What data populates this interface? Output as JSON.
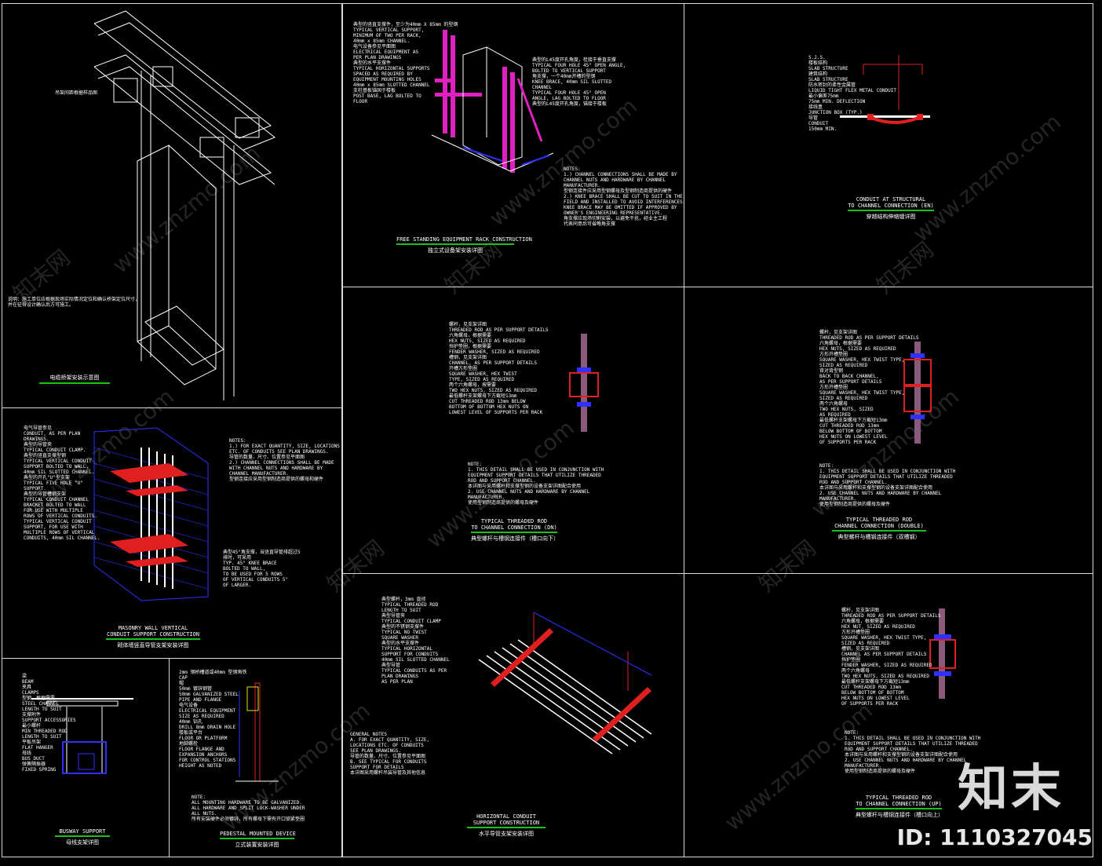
{
  "watermark": {
    "site": "www.znzmo.com",
    "brand_cn": "知末网"
  },
  "logo": "知末",
  "id_text": "ID: 1110327045",
  "panels": {
    "p1": {
      "title_cn": "电缆桥架安装示意图",
      "note_cn": "说明：施工单位应根据现场实际情况定位和确认桥架定位尺寸，并在征得设计确认后方可施工。",
      "label_top_cn": "吊架间距根据样品图"
    },
    "p2": {
      "title_en": "FREE STANDING EQUIPMENT RACK CONSTRUCTION",
      "title_cn": "独立式设备架安装详图",
      "labels": [
        "典型的竖直支撑件，至少为40mm X 85mm 的型钢",
        "TYPICAL VERTICAL SUPPORT,",
        "MINIMUM OF TWO PER RACK,",
        "40mm x 85mm CHANNEL.",
        "电气设备参见平面图",
        "ELECTRICAL EQUIPMENT AS",
        "PER PLAN DRAWINGS",
        "典型的水平支撑件",
        "TYPICAL HORIZONTAL SUPPORTS",
        "SPACED AS REQUIRED BY",
        "EQUIPMENT MOUNTING HOLES",
        "40mm x 85mm SLOTTED CHANNEL",
        "支柱基板锚固于楼板",
        "POST BASE, LAG BOLTED TO",
        "FLOOR"
      ],
      "labels_right": [
        "典型的L45度开孔角度，栓接于垂直支撑",
        "TYPICAL FOUR HOLE 45° OPEN ANGLE,",
        "BOLTED TO VERTICAL SUPPORT",
        "角支撑，一个40mm开槽的型钢",
        "KNEE BRACE, 40mm SIL SLOTTED",
        "CHANNEL",
        "TYPICAL FOUR HOLE 45° OPEN",
        "ANGLE, LAG BOLTED TO FLOOR",
        "典型的L45度开孔角度，锚接于楼板"
      ],
      "notes": [
        "NOTES:",
        "1.) CHANNEL CONNECTIONS SHALL BE MADE BY",
        "CHANNEL NUTS AND HARDWARE BY CHANNEL",
        "MANUFACTURER.",
        "型钢连接件应采用型钢螺母及型钢制造商提供的硬件",
        "2.) KNEE BRACE SHALL BE CUT TO SUIT IN THE",
        "FIELD AND INSTALLED TO AVOID INTERFERENCES.",
        "KNEE BRACE MAY BE OMITTED IF APPROVED BY",
        "OWNER'S ENGINEERING REPRESENTATIVE.",
        "角支撑应现场切割安装，以避免干扰，经业主工程",
        "代表同意后可省略角支撑"
      ]
    },
    "p3": {
      "title_en": "CONDUIT AT STRUCTURAL",
      "title_en2": "TO CHANNEL CONNECTION (EN)",
      "title_cn": "穿越结构伸缩缝详图",
      "labels": [
        "S.J.S.",
        "楼板结构",
        "SLAB STRUCTURE",
        "建筑结构",
        "SLAB STRUCTURE",
        "防水密封的柔性金属管",
        "LIQUID TIGHT FLEX METAL CONDUIT",
        "最小偏差75mm",
        "75mm MIN. DEFLECTION",
        "接线盒",
        "JUNCTION BOX (TYP.)",
        "导管",
        "CONDUIT",
        "150mm MIN."
      ]
    },
    "p4": {
      "title_en": "MASONRY WALL VERTICAL",
      "title_en2": "CONDUIT SUPPORT CONSTRUCTION",
      "title_cn": "砌体墙竖直导管支架安装详图",
      "labels": [
        "电气导管参见",
        "CONDUIT, AS PER PLAN",
        "DRAWINGS.",
        "典型的导管夹",
        "TYPICAL CONDUIT CLAMP.",
        "典型的竖直支撑型钢",
        "TYPICAL VERTICAL CONDUIT",
        "SUPPORT BOLTED TO WALL,",
        "40mm SIL SLOTTED CHANNEL.",
        "典型的开孔\"U\"型支架",
        "TYPICAL FIVE HOLE \"U\"",
        "SUPPORT.",
        "典型的导管槽钢支架",
        "TYPICAL CONDUIT CHANNEL",
        "BRACKET BOLTED TO WALL",
        "FOR USE WITH MULTIPLE",
        "ROWS OF VERTICAL CONDUITS.",
        "TYPICAL VERTICAL CONDUIT",
        "SUPPORT, FOR USE WITH",
        "MULTIPLE ROWS OF VERTICAL",
        "CONDUITS, 40mm SIL CHANNEL."
      ],
      "notes": [
        "NOTES:",
        "1.) FOR EXACT QUANTITY, SIZE, LOCATIONS",
        "ETC. OF CONDUITS SEE PLAN DRAWINGS.",
        "导管的数量、尺寸、位置参见平面图",
        "2.) CHANNEL CONNECTIONS SHALL BE MADE",
        "WITH CHANNEL NUTS AND HARDWARE BY",
        "CHANNEL MANUFACTURER.",
        "型钢连接应采用型钢制造商提供的螺母和硬件"
      ],
      "brace_note": [
        "典型45°角支撑，当竖直导管排超过5",
        "排时，可采用",
        "TYP. 45° KNEE BRACE",
        "BOLTED TO WALL,",
        "TO BE USED FOR 5 ROWS",
        "OF VERTICAL CONDUITS 5\"",
        "OF LARGER."
      ]
    },
    "p5": {
      "title_en": "TYPICAL THREADED ROD",
      "title_en2": "TO CHANNEL CONNECTION (DN)",
      "title_cn": "典型螺杆与槽钢连接件（槽口向下）",
      "labels": [
        "螺杆，见支架详图",
        "THREADED ROD AS PER SUPPORT DETAILS",
        "六角螺母，根据需要",
        "HEX NUTS, SIZED AS REQUIRED",
        "挡护垫圈，根据需要",
        "FENDER WASHER, SIZED AS REQUIRED",
        "槽钢，见支架详图",
        "CHANNEL, AS PER SUPPORT DETAILS",
        "开槽方形垫圈",
        "SQUARE WASHER, HEX TWIST",
        "TYPE, SIZED AS REQUIRED",
        "两个六角螺母，按需要",
        "TWO HEX NUTS, SIZED AS REQUIRED",
        "最低螺杆支架螺母下方截短13mm",
        "CUT THREADED ROD 13mm BELOW",
        "BOTTOM OF BOTTOM HEX NUTS ON",
        "LOWEST LEVEL OF SUPPORTS PER RACK"
      ],
      "notes": [
        "NOTE:",
        "1. THIS DETAIL SHALL BE USED IN CONJUNCTION WITH",
        "EQUIPMENT SUPPORT DETAILS THAT UTILIZE THREADED",
        "ROD AND SUPPORT CHANNEL.",
        "本详图与采用螺杆和支撑型钢的设备支架详图配合使用",
        "2. USE CHANNEL NUTS AND HARDWARE BY CHANNEL",
        "MANUFACTURER.",
        "使用型钢制造商提供的螺母及硬件"
      ]
    },
    "p6": {
      "title_en": "TYPICAL THREADED ROD",
      "title_en2": "CHANNEL CONNECTION (DOUBLE)",
      "title_cn": "典型螺杆与槽钢连接件（双槽钢）",
      "labels": [
        "螺杆，见支架详图",
        "THREADED ROD AS PER SUPPORT DETAILS",
        "六角螺母，根据需要",
        "HEX NUTS, SIZED AS REQUIRED",
        "方形开槽垫圈",
        "SQUARE WASHER, HEX TWIST TYPE,",
        "SIZED AS REQUIRED",
        "背对背型钢",
        "BACK TO BACK CHANNEL,",
        "AS PER SUPPORT DETAILS",
        "方形开槽垫圈",
        "SQUARE WASHER, HEX TWIST TYPE,",
        "SIZED AS REQUIRED",
        "两个六角螺母",
        "TWO HEX NUTS, SIZED",
        "AS REQUIRED",
        "最低螺杆支架螺母下方截短13mm",
        "CUT THREADED ROD 13mm",
        "BELOW BOTTOM OF BOTTOM",
        "HEX NUTS ON LOWEST LEVEL",
        "OF SUPPORTS PER RACK"
      ],
      "notes": [
        "NOTE:",
        "1. THIS DETAIL SHALL BE USED IN CONJUNCTION WITH",
        "EQUIPMENT SUPPORT DETAILS THAT UTILIZE THREADED",
        "ROD AND SUPPORT CHANNEL.",
        "本详图与采用螺杆和支撑型钢的设备支架详图配合使用",
        "2. USE CHANNEL NUTS AND HARDWARE BY CHANNEL",
        "MANUFACTURER.",
        "使用型钢制造商提供的螺母及硬件"
      ]
    },
    "p7": {
      "title_en": "BUSWAY SUPPORT",
      "title_cn": "母线支架详图",
      "labels": [
        "梁",
        "BEAM",
        "夹具",
        "CLAMPS",
        "型钢，根据需要",
        "STEEL CHANNEL",
        "LENGTH TO SUIT",
        "支撑附件",
        "SUPPORT ACCESSORIES",
        "最小螺杆",
        "MIN THREADED ROD",
        "LENGTH TO SUIT",
        "平板吊架",
        "FLAT HANGER",
        "母线",
        "BUS DUCT",
        "弹簧隔振器",
        "FIXED SPRING"
      ]
    },
    "p8": {
      "title_en": "PEDESTAL MOUNTED DEVICE",
      "title_cn": "立式装置安装详图",
      "labels": [
        "2mm 钢桥槽道或40mm 型钢角铁",
        "CAP",
        "帽",
        "50mm 镀锌钢管",
        "50mm GALVANIZED STEEL",
        "PIPE AND FLANGE",
        "电气设备",
        "ELECTRICAL EQUIPMENT",
        "SIZE AS REQUIRED",
        "40mm 钻孔",
        "DRILL 8mm DRAIN HOLE",
        "楼板或平台",
        "FLOOR OR PLATFORM",
        "地脚螺栓",
        "FLOOR FLANGE AND",
        "EXPANSION ANCHORS",
        "FOR CONTROL STATIONS",
        "HEIGHT AS NOTED"
      ],
      "notes": [
        "NOTE:",
        "ALL MOUNTING HARDWARE TO BE GALVANIZED.",
        "ALL HARDWARE AND SPLIT LOCK-WASHER UNDER",
        "ALL NUTS.",
        "所有安装硬件必须镀锌，所有螺母下需有开口锁紧垫圈"
      ]
    },
    "p9": {
      "title_en": "HORIZONTAL CONDUIT",
      "title_en2": "SUPPORT CONSTRUCTION",
      "title_cn": "水平导管支架安装详图",
      "labels": [
        "典型螺杆，3mm 直径",
        "TYPICAL THREADED ROD",
        "LENGTH TO SUIT",
        "典型导管夹",
        "TYPICAL CONDUIT CLAMP",
        "典型的不锈钢支撑件",
        "TYPICAL NO TWIST",
        "SQUARE WASHER",
        "典型的水平支撑件",
        "TYPICAL HORIZONTAL",
        "SUPPORT FOR CONDUITS",
        "40mm SIL SLOTTED CHANNEL",
        "典型导管",
        "TYPICAL CONDUITS AS PER",
        "PLAN DRAWINGS",
        "AS PER PLAN"
      ],
      "notes": [
        "GENERAL NOTES",
        "A. FOR EXACT QUANTITY, SIZE,",
        "LOCATIONS ETC. OF CONDUITS",
        "SEE PLAN DRAWINGS.",
        "导管的数量、尺寸、位置参见平面图",
        "B. SEE TYPICAL FOR CONDUITS",
        "SUPPORT FOR DETAILS",
        "本详图采用螺杆吊装导管及其他信息"
      ]
    },
    "p10": {
      "title_en": "TYPICAL THREADED ROD",
      "title_en2": "TO CHANNEL CONNECTION (UP)",
      "title_cn": "典型螺杆与槽钢连接件（槽口向上）",
      "labels": [
        "螺杆，见支架详图",
        "THREADED ROD AS PER SUPPORT DETAILS",
        "六角螺母，根据需要",
        "HEX NUT, SIZED AS REQUIRED",
        "方形开槽垫圈",
        "SQUARE WASHER, HEX TWIST TYPE,",
        "SIZED AS REQUIRED",
        "槽钢，见支架详图",
        "CHANNEL AS PER SUPPORT DETAILS",
        "挡护垫圈",
        "FENDER WASHER, SIZED AS REQUIRED",
        "两个六角螺母",
        "TWO HEX NUTS, SIZED AS REQUIRED",
        "最低螺杆支架螺母下方截短13mm",
        "CUT THREADED ROD 13mm",
        "BELOW BOTTOM OF BOTTOM",
        "HEX NUTS ON LOWEST LEVEL",
        "OF SUPPORTS PER RACK"
      ],
      "notes": [
        "NOTE:",
        "1. THIS DETAIL SHALL BE USED IN CONJUNCTION WITH",
        "EQUIPMENT SUPPORT DETAILS THAT UTILIZE THREADED",
        "ROD AND SUPPORT CHANNEL.",
        "本详图与采用螺杆和支撑型钢的设备支架详图配合使用",
        "2. USE CHANNEL NUTS AND HARDWARE BY CHANNEL",
        "MANUFACTURER.",
        "使用型钢制造商提供的螺母及硬件"
      ]
    }
  }
}
